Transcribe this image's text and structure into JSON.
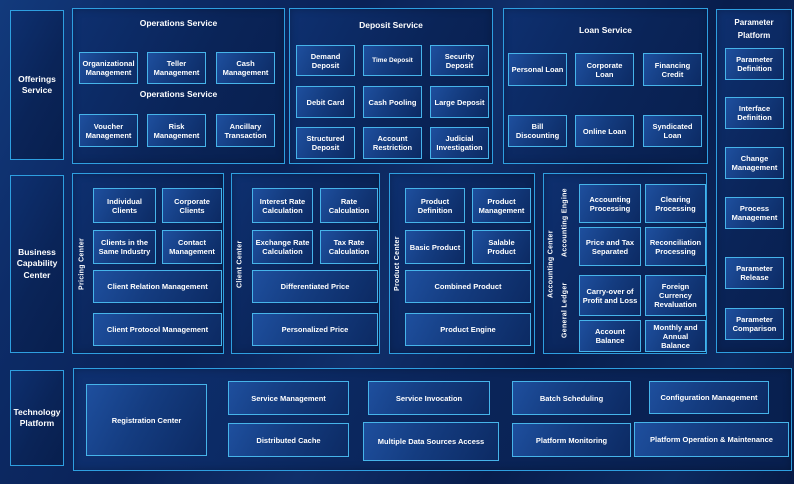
{
  "palette": {
    "background": "#0a2158",
    "panel_border": "#2e9fe0",
    "box_border": "#46b4ea",
    "box_fill": "#16418c",
    "text": "#ffffff"
  },
  "rail": {
    "offerings": "Offerings\nService",
    "capability": "Business\nCapability\nCenter",
    "technology": "Technology\nPlatform"
  },
  "operations": {
    "title": "Operations Service",
    "subtitle": "Operations Service",
    "boxes": [
      "Organizational Management",
      "Teller Management",
      "Cash Management",
      "Voucher Management",
      "Risk Management",
      "Ancillary Transaction"
    ]
  },
  "deposit": {
    "title": "Deposit Service",
    "boxes": [
      "Demand Deposit",
      "Time Deposit",
      "Security Deposit",
      "Debit Card",
      "Cash Pooling",
      "Large Deposit",
      "Structured Deposit",
      "Account Restriction",
      "Judicial Investigation"
    ]
  },
  "loan": {
    "title": "Loan Service",
    "boxes": [
      "Personal Loan",
      "Corporate Loan",
      "Financing Credit",
      "Bill Discounting",
      "Online Loan",
      "Syndicated Loan"
    ]
  },
  "parameter": {
    "title": "Parameter\nPlatform",
    "boxes": [
      "Parameter Definition",
      "Interface Definition",
      "Change Management",
      "Process Management",
      "Parameter Release",
      "Parameter Comparison"
    ]
  },
  "pricing": {
    "label": "Pricing Center",
    "small": [
      "Individual Clients",
      "Corporate Clients",
      "Clients in the Same Industry",
      "Contact Management"
    ],
    "wide": [
      "Client Relation Management",
      "Client Protocol Management"
    ]
  },
  "client": {
    "label": "Client Center",
    "small": [
      "Interest Rate Calculation",
      "Rate Calculation",
      "Exchange Rate Calculation",
      "Tax Rate Calculation"
    ],
    "wide": [
      "Differentiated Price",
      "Personalized Price"
    ]
  },
  "product": {
    "label": "Product Center",
    "small": [
      "Product Definition",
      "Product Management",
      "Basic Product",
      "Salable Product"
    ],
    "wide": [
      "Combined Product",
      "Product Engine"
    ]
  },
  "accounting": {
    "label": "Accounting Center",
    "engine": {
      "label": "Accounting Engine",
      "boxes": [
        "Accounting Processing",
        "Clearing Processing",
        "Price and Tax Separated",
        "Reconciliation Processing"
      ]
    },
    "ledger": {
      "label": "General Ledger",
      "boxes": [
        "Carry-over of Profit and Loss",
        "Foreign Currency Revaluation",
        "Account Balance",
        "Monthly and Annual Balance"
      ]
    }
  },
  "technology": {
    "registration": "Registration Center",
    "boxes": [
      "Service Management",
      "Service Invocation",
      "Batch Scheduling",
      "Configuration Management",
      "Distributed Cache",
      "Multiple Data Sources Access",
      "Platform Monitoring",
      "Platform Operation & Maintenance"
    ]
  }
}
